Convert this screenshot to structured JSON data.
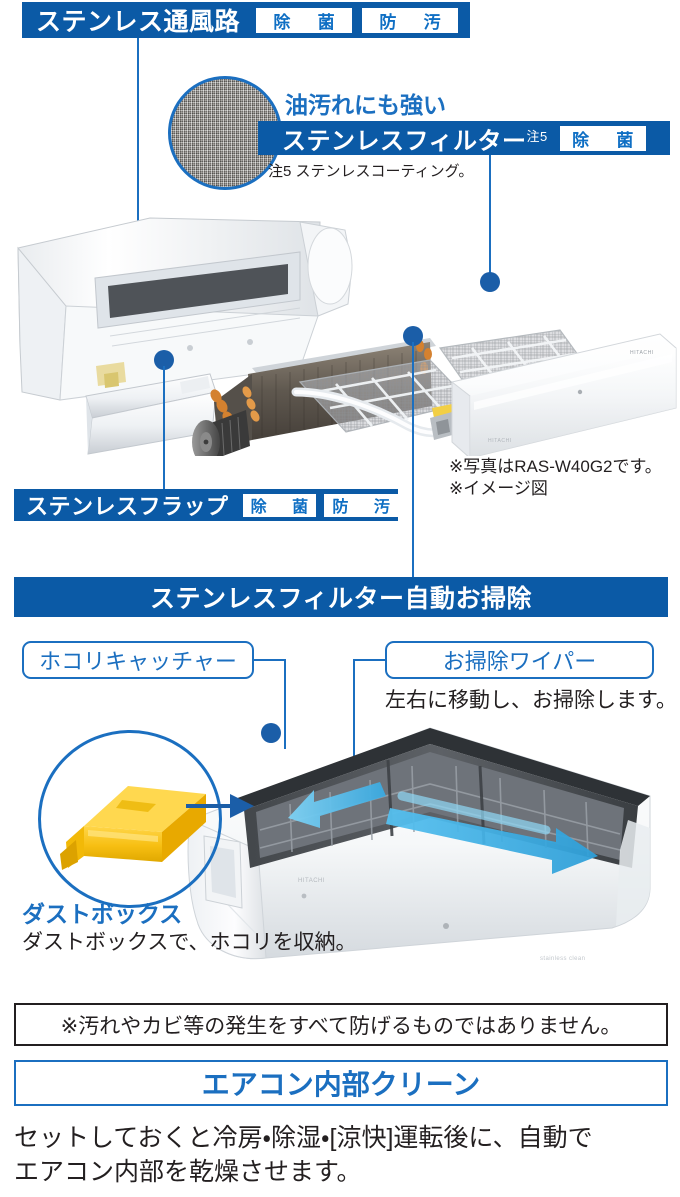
{
  "header": {
    "title": "ステンレス通風路",
    "badges": [
      "除　菌",
      "防　汚"
    ]
  },
  "filter_section": {
    "lead_text": "油汚れにも強い",
    "title": "ステンレスフィルター",
    "title_note_ref": "注5",
    "badge": "除　菌",
    "footnote": "注5 ステンレスコーティング。",
    "mesh_icon": "stainless-mesh-swatch"
  },
  "product_photo": {
    "caption_lines": [
      "※写真はRAS-W40G2です。",
      "※イメージ図"
    ],
    "model": "RAS-W40G2",
    "callout_count": 4
  },
  "flap_section": {
    "title": "ステンレスフラップ",
    "badges": [
      "除　菌",
      "防　汚"
    ]
  },
  "auto_clean": {
    "banner": "ステンレスフィルター自動お掃除",
    "labels": {
      "dust_catcher": "ホコリキャッチャー",
      "wiper": "お掃除ワイパー"
    },
    "wiper_desc": "左右に移動し、お掃除します。",
    "dustbox_title": "ダストボックス",
    "dustbox_desc": "ダストボックスで、ホコリを収納。"
  },
  "footer": {
    "disclaimer": "※汚れやカビ等の発生をすべて防げるものではありません。",
    "clean_title": "エアコン内部クリーン",
    "clean_body_lines": [
      "セットしておくと冷房・除湿・[涼快]運転後に、自動で",
      "エアコン内部を乾燥させます。"
    ]
  },
  "colors": {
    "brand_blue": "#0b5aa6",
    "accent_blue": "#1b6fc0",
    "badge_text": "#0f6fc4",
    "arrow_cyan": "#4bb4e8",
    "dustbox_yellow": "#f5b800",
    "text": "#231f20"
  }
}
